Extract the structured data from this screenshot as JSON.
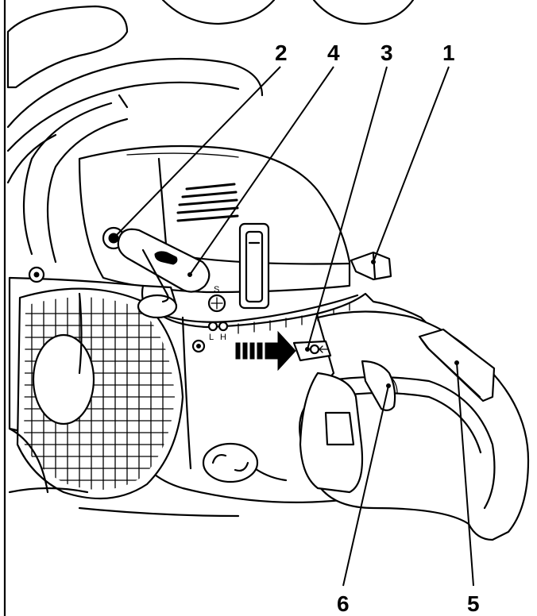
{
  "figure": {
    "callouts": [
      {
        "id": "label-2",
        "text": "2"
      },
      {
        "id": "label-4",
        "text": "4"
      },
      {
        "id": "label-3",
        "text": "3"
      },
      {
        "id": "label-1",
        "text": "1"
      },
      {
        "id": "label-6",
        "text": "6"
      },
      {
        "id": "label-5",
        "text": "5"
      }
    ],
    "carburetor_marks": {
      "s": "S",
      "l": "L",
      "h": "H"
    }
  }
}
